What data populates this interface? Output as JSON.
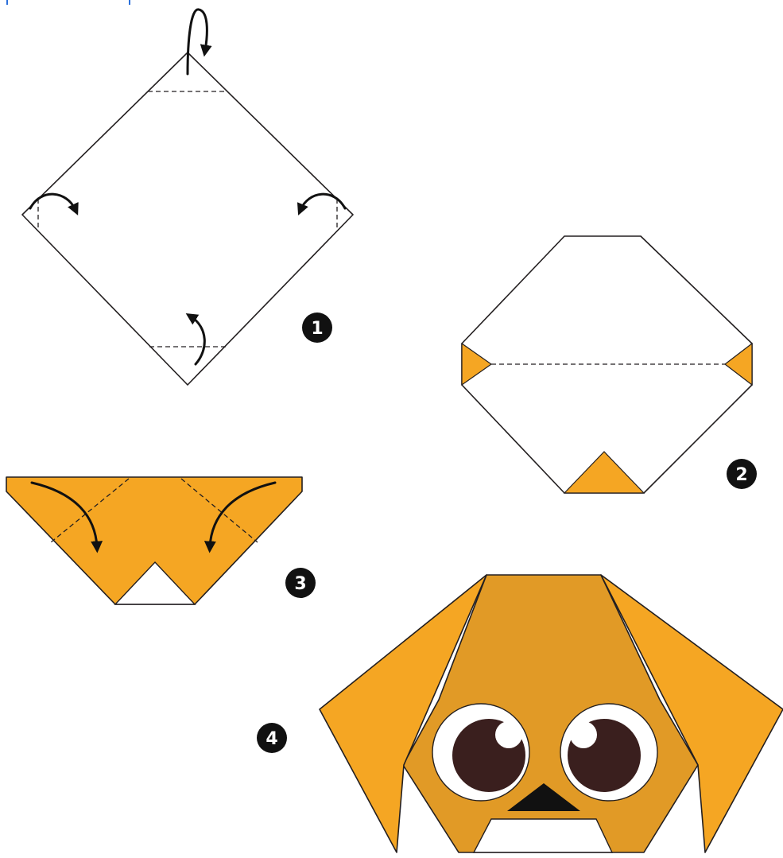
{
  "colors": {
    "paper": "#ffffff",
    "outline": "#231f20",
    "orange": "#f5a623",
    "orange_dark": "#e19a26",
    "eye_dark": "#3a1f1e",
    "badge": "#111111"
  },
  "steps": [
    {
      "number": "1"
    },
    {
      "number": "2"
    },
    {
      "number": "3"
    },
    {
      "number": "4"
    }
  ],
  "icons": [
    "fold-arrow-icon"
  ]
}
